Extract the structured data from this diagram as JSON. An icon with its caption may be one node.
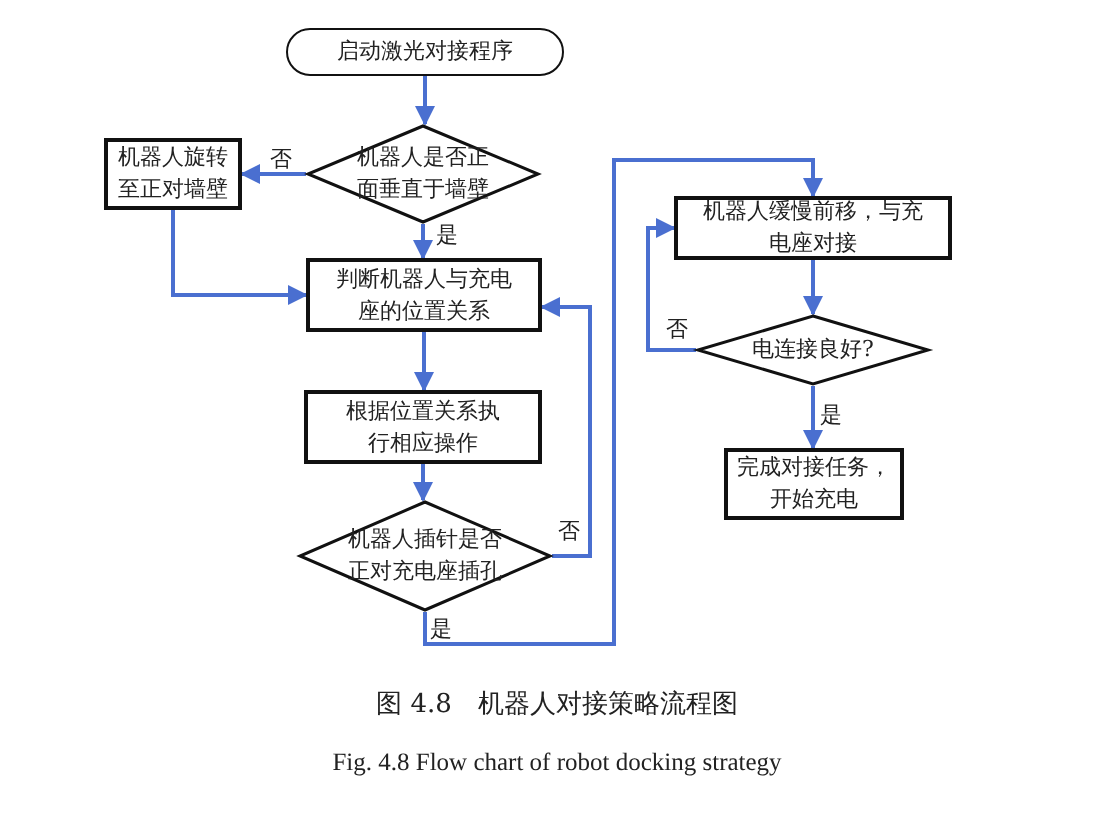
{
  "diagram": {
    "nodes": [
      {
        "text": [
          "启动激光对接程序"
        ]
      },
      {
        "text": [
          "机器人是否正面垂直于墙壁"
        ]
      },
      {
        "text": [
          "机器人旋转至正对墙壁"
        ]
      },
      {
        "text": [
          "判断机器人与充电座的位置关系"
        ]
      },
      {
        "text": [
          "根据位置关系执行相应操作"
        ]
      },
      {
        "text": [
          "机器人插针是否正对充电座插孔"
        ]
      },
      {
        "text": [
          "机器人缓慢前移，与充电座对接"
        ]
      },
      {
        "text": [
          "电连接良好?"
        ]
      },
      {
        "text": [
          "完成对接任务，开始充电"
        ]
      }
    ],
    "edges": [
      {
        "from": 0,
        "to": 1,
        "arrow": "to"
      },
      {
        "from": 1,
        "to": 2,
        "arrow": "to",
        "label": "否"
      },
      {
        "from": 1,
        "to": 3,
        "arrow": "to",
        "label": "是"
      },
      {
        "from": 2,
        "to": 3,
        "arrow": "to"
      },
      {
        "from": 3,
        "to": 4,
        "arrow": "to"
      },
      {
        "from": 4,
        "to": 5,
        "arrow": "to"
      },
      {
        "from": 5,
        "to": 3,
        "arrow": "to",
        "label": "否"
      },
      {
        "from": 5,
        "to": 6,
        "arrow": "to",
        "label": "是"
      },
      {
        "from": 6,
        "to": 7,
        "arrow": "to"
      },
      {
        "from": 7,
        "to": 6,
        "arrow": "to",
        "label": "否"
      },
      {
        "from": 7,
        "to": 8,
        "arrow": "to",
        "label": "是"
      }
    ],
    "labels": [
      "图 4.8　机器人对接策略流程图",
      "Fig. 4.8 Flow chart of robot docking strategy"
    ]
  }
}
